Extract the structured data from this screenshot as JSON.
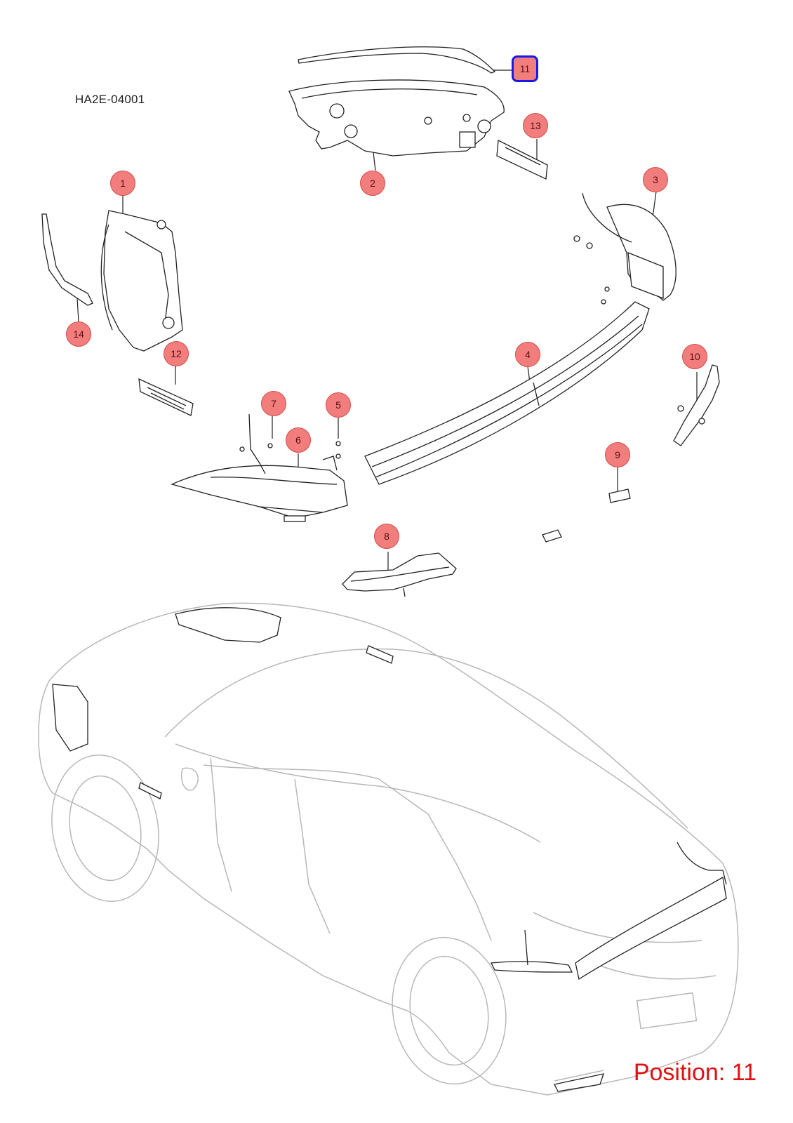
{
  "diagram_code": "HA2E-04001",
  "position_label": "Position: 11",
  "selected_position": "11",
  "colors": {
    "callout_fill": "#f27d7d",
    "selection_border": "#1a1ae6",
    "position_text": "#e01010",
    "line_art": "#222222",
    "car_outline": "#b8b8b8"
  },
  "callouts": [
    {
      "id": "1",
      "label": "1"
    },
    {
      "id": "2",
      "label": "2"
    },
    {
      "id": "3",
      "label": "3"
    },
    {
      "id": "4",
      "label": "4"
    },
    {
      "id": "5",
      "label": "5"
    },
    {
      "id": "6",
      "label": "6"
    },
    {
      "id": "7",
      "label": "7"
    },
    {
      "id": "8",
      "label": "8"
    },
    {
      "id": "9",
      "label": "9"
    },
    {
      "id": "10",
      "label": "10"
    },
    {
      "id": "11",
      "label": "11"
    },
    {
      "id": "12",
      "label": "12"
    },
    {
      "id": "13",
      "label": "13"
    },
    {
      "id": "14",
      "label": "14"
    }
  ]
}
